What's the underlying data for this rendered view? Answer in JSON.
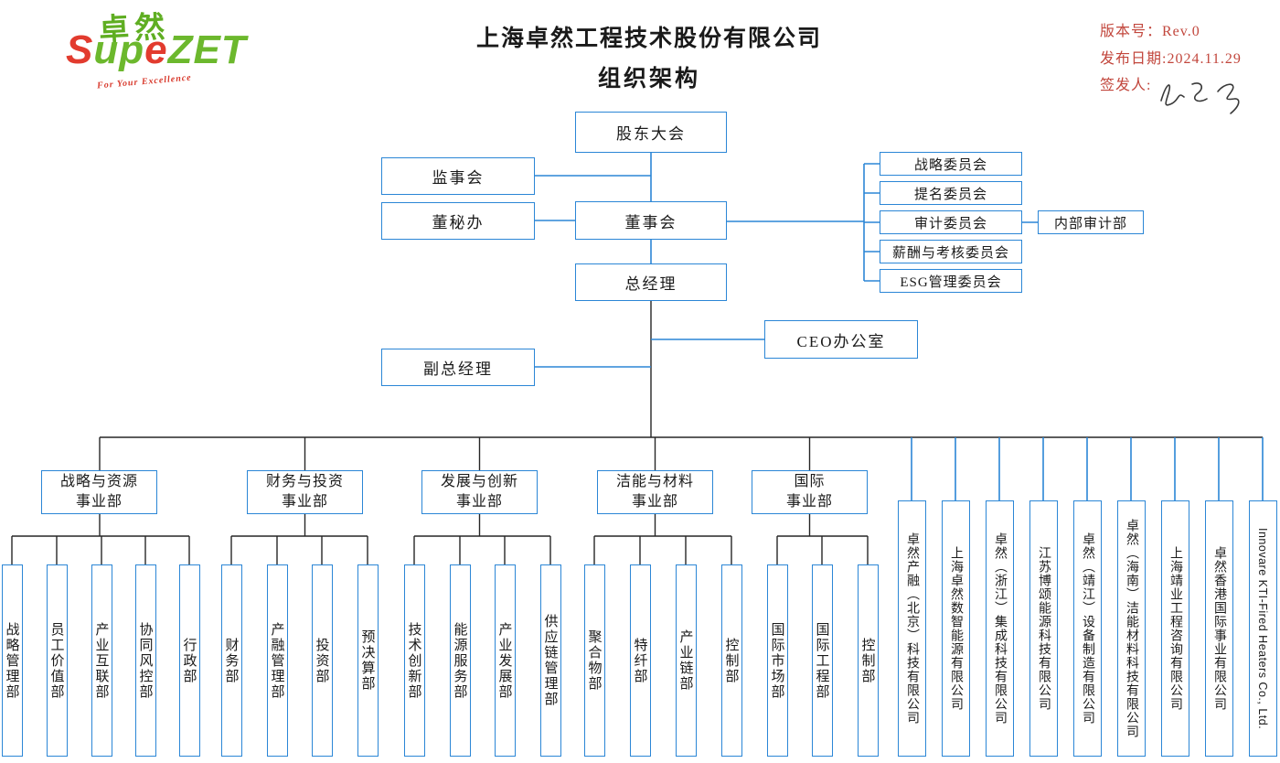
{
  "logo": {
    "hanzi": "卓然",
    "brand_s": "S",
    "brand_up": "up",
    "brand_e": "e",
    "brand_zet": "ZET",
    "tagline": "For Your Excellence"
  },
  "title": {
    "line1": "上海卓然工程技术股份有限公司",
    "line2": "组织架构"
  },
  "meta": {
    "version": "版本号：Rev.0",
    "release_date": "发布日期:2024.11.29",
    "signer": "签发人:"
  },
  "colors": {
    "box_border_blue": "#2b86d6",
    "connector_blue": "#2b86d6",
    "connector_black": "#262626",
    "meta_red": "#c2473d",
    "brand_green": "#6cb82d",
    "brand_red": "#e23b2e"
  },
  "org": {
    "shareholders": "股东大会",
    "supervisory_board": "监事会",
    "board_secretary_office": "董秘办",
    "board": "董事会",
    "general_manager": "总经理",
    "ceo_office": "CEO办公室",
    "deputy_general_manager": "副总经理",
    "committees": [
      "战略委员会",
      "提名委员会",
      "审计委员会",
      "薪酬与考核委员会",
      "ESG管理委员会"
    ],
    "internal_audit": "内部审计部",
    "divisions": [
      {
        "label": "战略与资源\n事业部",
        "departments": [
          "战略管理部",
          "员工价值部",
          "产业互联部",
          "协同风控部",
          "行政部"
        ]
      },
      {
        "label": "财务与投资\n事业部",
        "departments": [
          "财务部",
          "产融管理部",
          "投资部",
          "预决算部"
        ]
      },
      {
        "label": "发展与创新\n事业部",
        "departments": [
          "技术创新部",
          "能源服务部",
          "产业发展部",
          "供应链管理部"
        ]
      },
      {
        "label": "洁能与材料\n事业部",
        "departments": [
          "聚合物部",
          "特纤部",
          "产业链部",
          "控制部"
        ]
      },
      {
        "label": "国际\n事业部",
        "departments": [
          "国际市场部",
          "国际工程部",
          "控制部"
        ]
      }
    ],
    "subsidiaries": [
      "卓然产融（北京）科技有限公司",
      "上海卓然数智能源有限公司",
      "卓然（浙江）集成科技有限公司",
      "江苏博颂能源科技有限公司",
      "卓然（靖江）设备制造有限公司",
      "卓然（海南）洁能材料科技有限公司",
      "上海靖业工程咨询有限公司",
      "卓然香港国际事业有限公司",
      "Innovare KTI-Fired Heaters Co., Ltd."
    ]
  }
}
